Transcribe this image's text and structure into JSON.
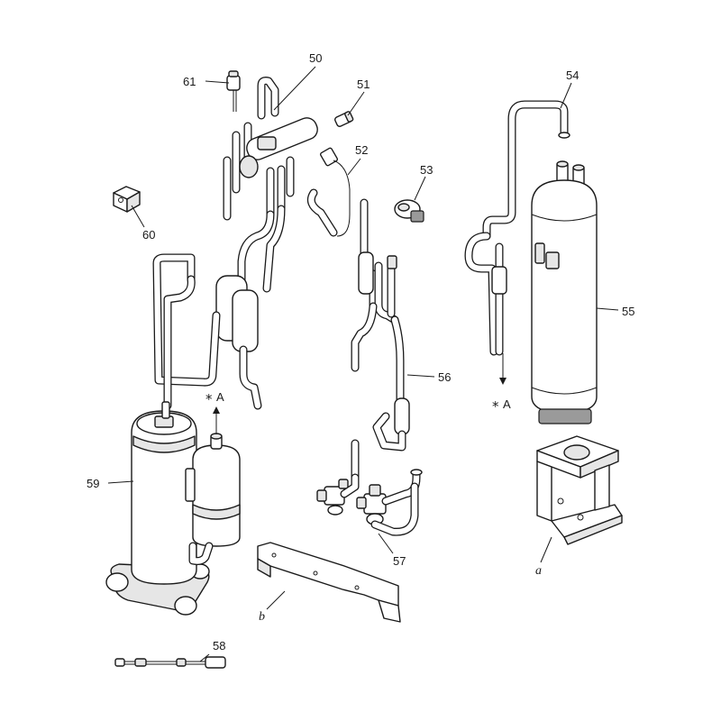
{
  "callouts": {
    "c50": "50",
    "c51": "51",
    "c52": "52",
    "c53": "53",
    "c54": "54",
    "c55": "55",
    "c56": "56",
    "c57": "57",
    "c58": "58",
    "c59": "59",
    "c60": "60",
    "c61": "61",
    "ca": "a",
    "cb": "b"
  },
  "connection_marks": {
    "compressor_side": {
      "star": "*",
      "letter": "A"
    },
    "accumulator_side": {
      "star": "*",
      "letter": "A"
    }
  }
}
